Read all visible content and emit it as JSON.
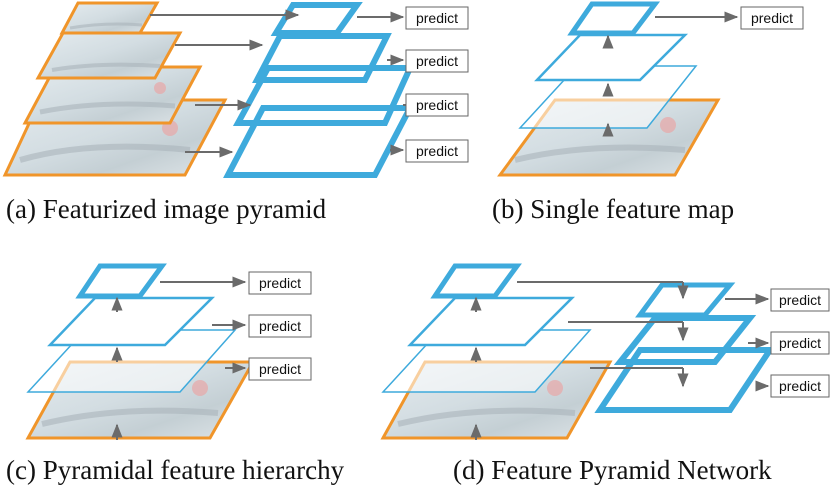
{
  "predict_label": "predict",
  "captions": {
    "a": "(a) Featurized image pyramid",
    "b": "(b) Single feature map",
    "c": "(c) Pyramidal feature hierarchy",
    "d": "(d) Feature Pyramid Network"
  },
  "colors": {
    "feature_map": "#3eaadc",
    "image_border": "#f0952a",
    "image_fill": "#cfd8dc",
    "arrow": "#6b6b6b",
    "predict_border": "#666666"
  },
  "icons": {
    "image_tile": "photo-of-boat",
    "arrow": "arrow-right"
  }
}
